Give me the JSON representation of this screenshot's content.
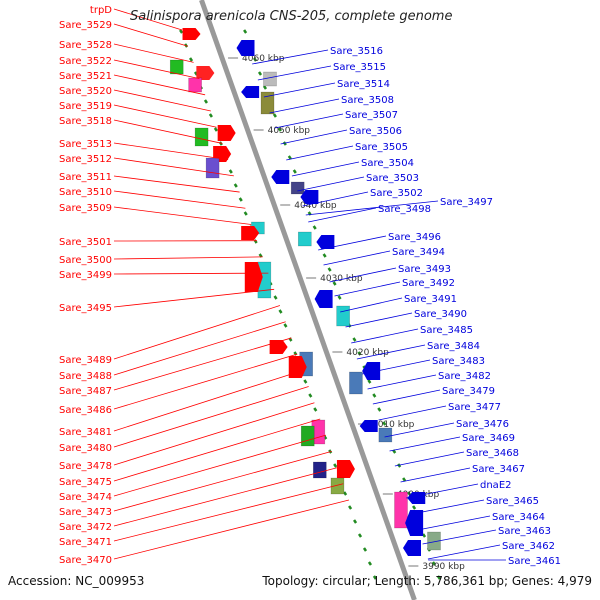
{
  "title": "Salinispora arenicola CNS-205, complete genome",
  "accession": "Accession: NC_009953",
  "stats": "Topology: circular; Length: 5,786,361 bp; Genes: 4,979",
  "colors": {
    "strand_plus": "#ff0000",
    "strand_minus": "#0000dd",
    "backbone": "#999999",
    "tick": "#228b22"
  },
  "ticks": [
    "4060 kbp",
    "4050 kbp",
    "4040 kbp",
    "4030 kbp",
    "4020 kbp",
    "4010 kbp",
    "4000 kbp",
    "3990 kbp"
  ],
  "left_labels": [
    "trpD",
    "Sare_3529",
    "Sare_3528",
    "Sare_3522",
    "Sare_3521",
    "Sare_3520",
    "Sare_3519",
    "Sare_3518",
    "Sare_3513",
    "Sare_3512",
    "Sare_3511",
    "Sare_3510",
    "Sare_3509",
    "Sare_3501",
    "Sare_3500",
    "Sare_3499",
    "Sare_3495",
    "Sare_3489",
    "Sare_3488",
    "Sare_3487",
    "Sare_3486",
    "Sare_3481",
    "Sare_3480",
    "Sare_3478",
    "Sare_3475",
    "Sare_3474",
    "Sare_3473",
    "Sare_3472",
    "Sare_3471",
    "Sare_3470"
  ],
  "right_labels": [
    "Sare_3516",
    "Sare_3515",
    "Sare_3514",
    "Sare_3508",
    "Sare_3507",
    "Sare_3506",
    "Sare_3505",
    "Sare_3504",
    "Sare_3503",
    "Sare_3502",
    "Sare_3497",
    "Sare_3498",
    "Sare_3496",
    "Sare_3494",
    "Sare_3493",
    "Sare_3492",
    "Sare_3491",
    "Sare_3490",
    "Sare_3485",
    "Sare_3484",
    "Sare_3483",
    "Sare_3482",
    "Sare_3479",
    "Sare_3477",
    "Sare_3476",
    "Sare_3469",
    "Sare_3468",
    "Sare_3467",
    "dnaE2",
    "Sare_3465",
    "Sare_3464",
    "Sare_3463",
    "Sare_3462",
    "Sare_3461"
  ]
}
